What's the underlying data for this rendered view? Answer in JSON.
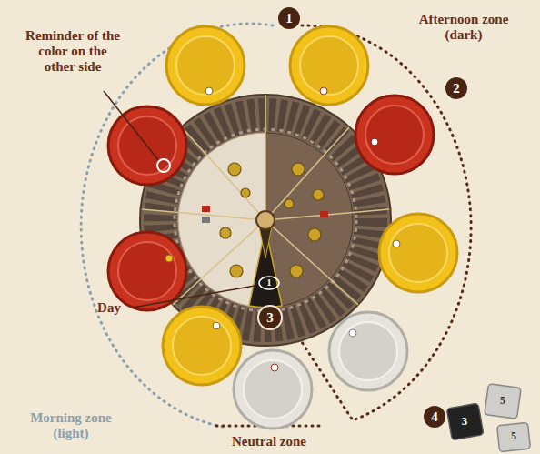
{
  "diagram": {
    "labels": [
      "Reminder of the color on the other side",
      "1",
      "Afternoon zone (dark)",
      "2",
      "Day",
      "3",
      "Morning zone (light)",
      "Neutral zone",
      "4",
      "1",
      "5",
      "3",
      "5"
    ]
  }
}
